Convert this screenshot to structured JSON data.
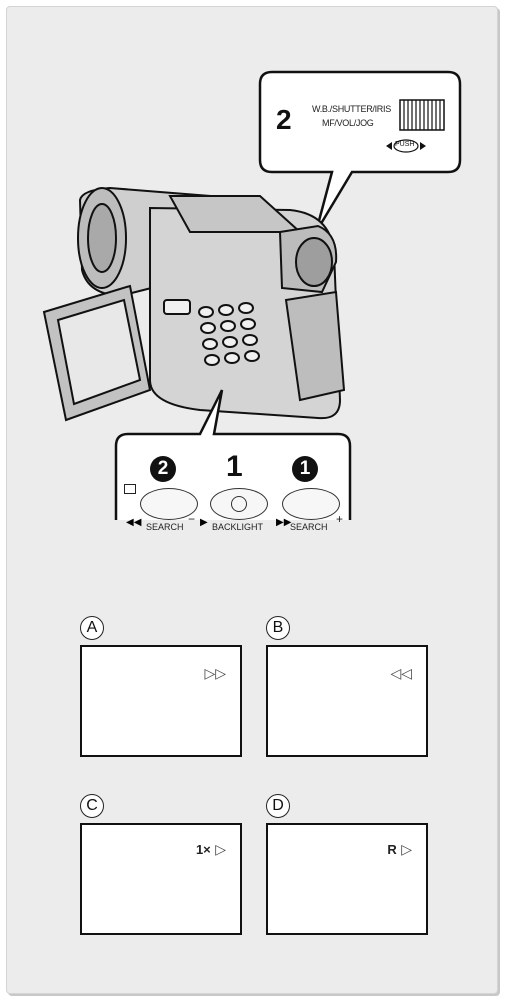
{
  "top_callout": {
    "step_number": "2",
    "label_line1": "W.B./SHUTTER/IRIS",
    "label_line2": "MF/VOL/JOG",
    "dial_button_label": "PUSH"
  },
  "button_callout": {
    "center_step": "1",
    "left_step": "2",
    "right_step": "1",
    "left_label": "SEARCH",
    "center_label": "BACKLIGHT",
    "right_label": "SEARCH",
    "left_sign": "−",
    "right_sign": "+"
  },
  "screens": [
    {
      "letter": "A",
      "indicator": "▷▷"
    },
    {
      "letter": "B",
      "indicator": "◁◁"
    },
    {
      "letter": "C",
      "indicator_prefix": "1×",
      "indicator": "▷"
    },
    {
      "letter": "D",
      "indicator_prefix": "R",
      "indicator": "▷"
    }
  ],
  "colors": {
    "panel": "#ececec",
    "ink": "#111111"
  }
}
